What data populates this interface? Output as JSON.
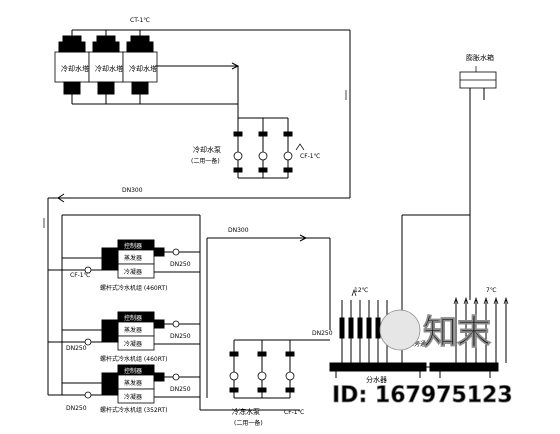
{
  "tower_label": "冷却水塔",
  "expansion_tank_label": "膨胀水箱",
  "tower_pipe_label": "CT-1℃",
  "cooling_pump_label": "冷却水泵",
  "cooling_pump_sub": "(二用一备)",
  "cooling_pump_pipe": "CF-1℃",
  "main_pipe_label": "DN300",
  "header_pipe_label": "DN300",
  "chiller_labels": [
    "蒸发器",
    "冷凝器",
    "控制器"
  ],
  "chiller_pipe_left": "CF-1℃",
  "chiller_pipes": [
    "DN250",
    "DN250",
    "DN250"
  ],
  "chiller_names": [
    "螺杆式冷水机组 (460RT)",
    "螺杆式冷水机组 (460RT)",
    "螺杆式冷水机组 (352RT)"
  ],
  "chilled_pump_label": "冷冻水泵",
  "chilled_pump_sub": "(二用一备)",
  "chilled_pump_pipe": "CF-1℃",
  "supply_temp": "12℃",
  "return_temp": "7℃",
  "manifold_label": "分水器",
  "bypass_label": "压差旁通",
  "distributor_pipe": "DN250",
  "watermark_text": "知末",
  "watermark_id": "ID: 167975123"
}
